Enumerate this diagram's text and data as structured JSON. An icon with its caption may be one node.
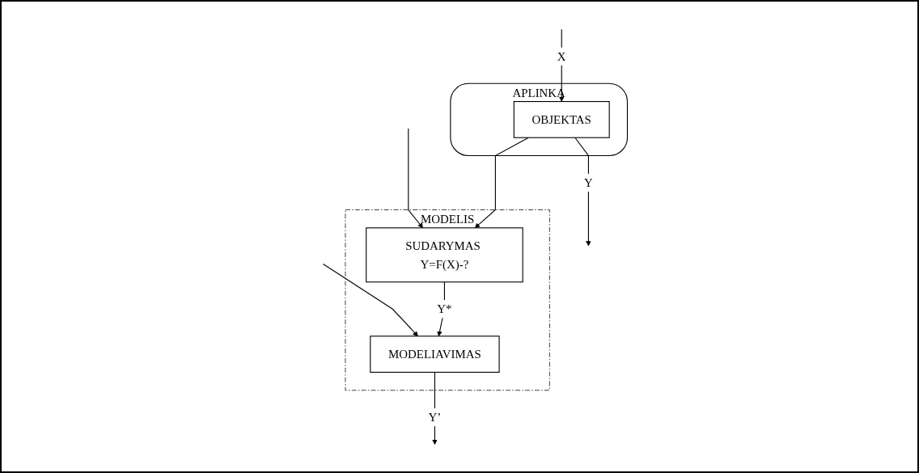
{
  "diagram": {
    "nodes": [
      {
        "text": [
          "APLINKA"
        ]
      },
      {
        "text": [
          "OBJEKTAS"
        ],
        "in": 0
      },
      {
        "text": [
          "MODELIS"
        ]
      },
      {
        "text": [
          "SUDARYMAS Y=F(X)-?"
        ],
        "in": 2
      },
      {
        "text": [
          "MODELIAVIMAS"
        ],
        "in": 2
      }
    ],
    "edges": [
      {
        "from": null,
        "to": 1,
        "arrow": "to",
        "label": "X"
      },
      {
        "from": null,
        "to": 3,
        "arrow": "to"
      },
      {
        "from": null,
        "to": 4,
        "arrow": "to"
      },
      {
        "from": 1,
        "to": null,
        "arrow": "to",
        "label": "Y"
      },
      {
        "from": 1,
        "to": 3,
        "arrow": "to"
      },
      {
        "from": 3,
        "to": 4,
        "arrow": "to",
        "label": "Y*"
      },
      {
        "from": 4,
        "to": null,
        "arrow": "to",
        "label": "Y’"
      }
    ]
  }
}
